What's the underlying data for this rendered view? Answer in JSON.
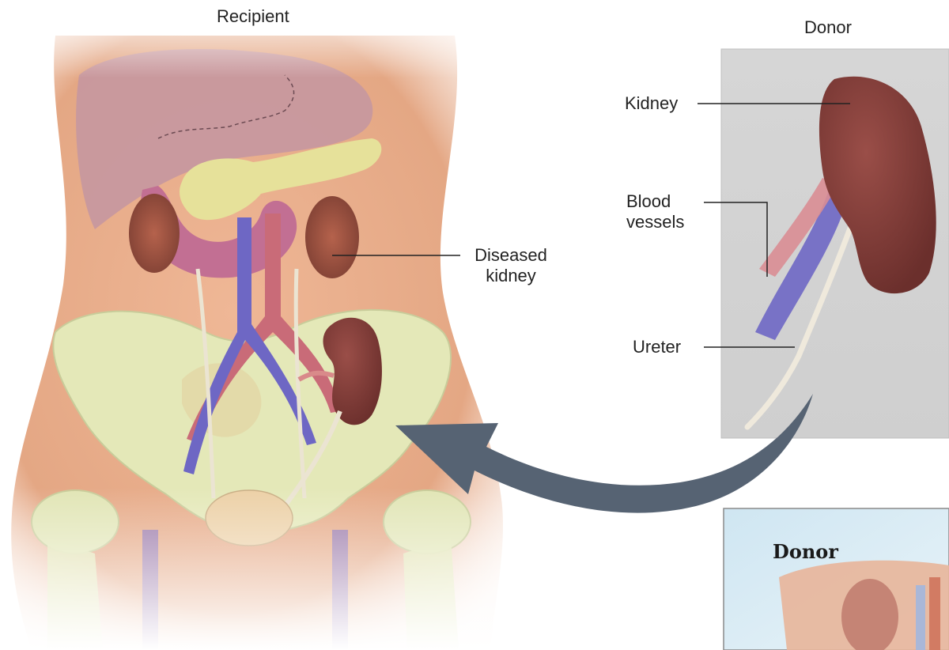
{
  "labels": {
    "recipient": "Recipient",
    "donor": "Donor",
    "kidney": "Kidney",
    "blood_vessels_line1": "Blood",
    "blood_vessels_line2": "vessels",
    "ureter": "Ureter",
    "diseased_line1": "Diseased",
    "diseased_line2": "kidney",
    "inset_donor": "Donor"
  },
  "colors": {
    "skin": "#e6ad8a",
    "pelvis_bone": "#e4e7b8",
    "liver": "#c89aa0",
    "kidney": "#7a3a36",
    "artery": "#c96b78",
    "vein": "#6e67c4",
    "ureter": "#ebe4d2",
    "arrow": "#566373",
    "donor_panel": "#d4d4d4"
  }
}
